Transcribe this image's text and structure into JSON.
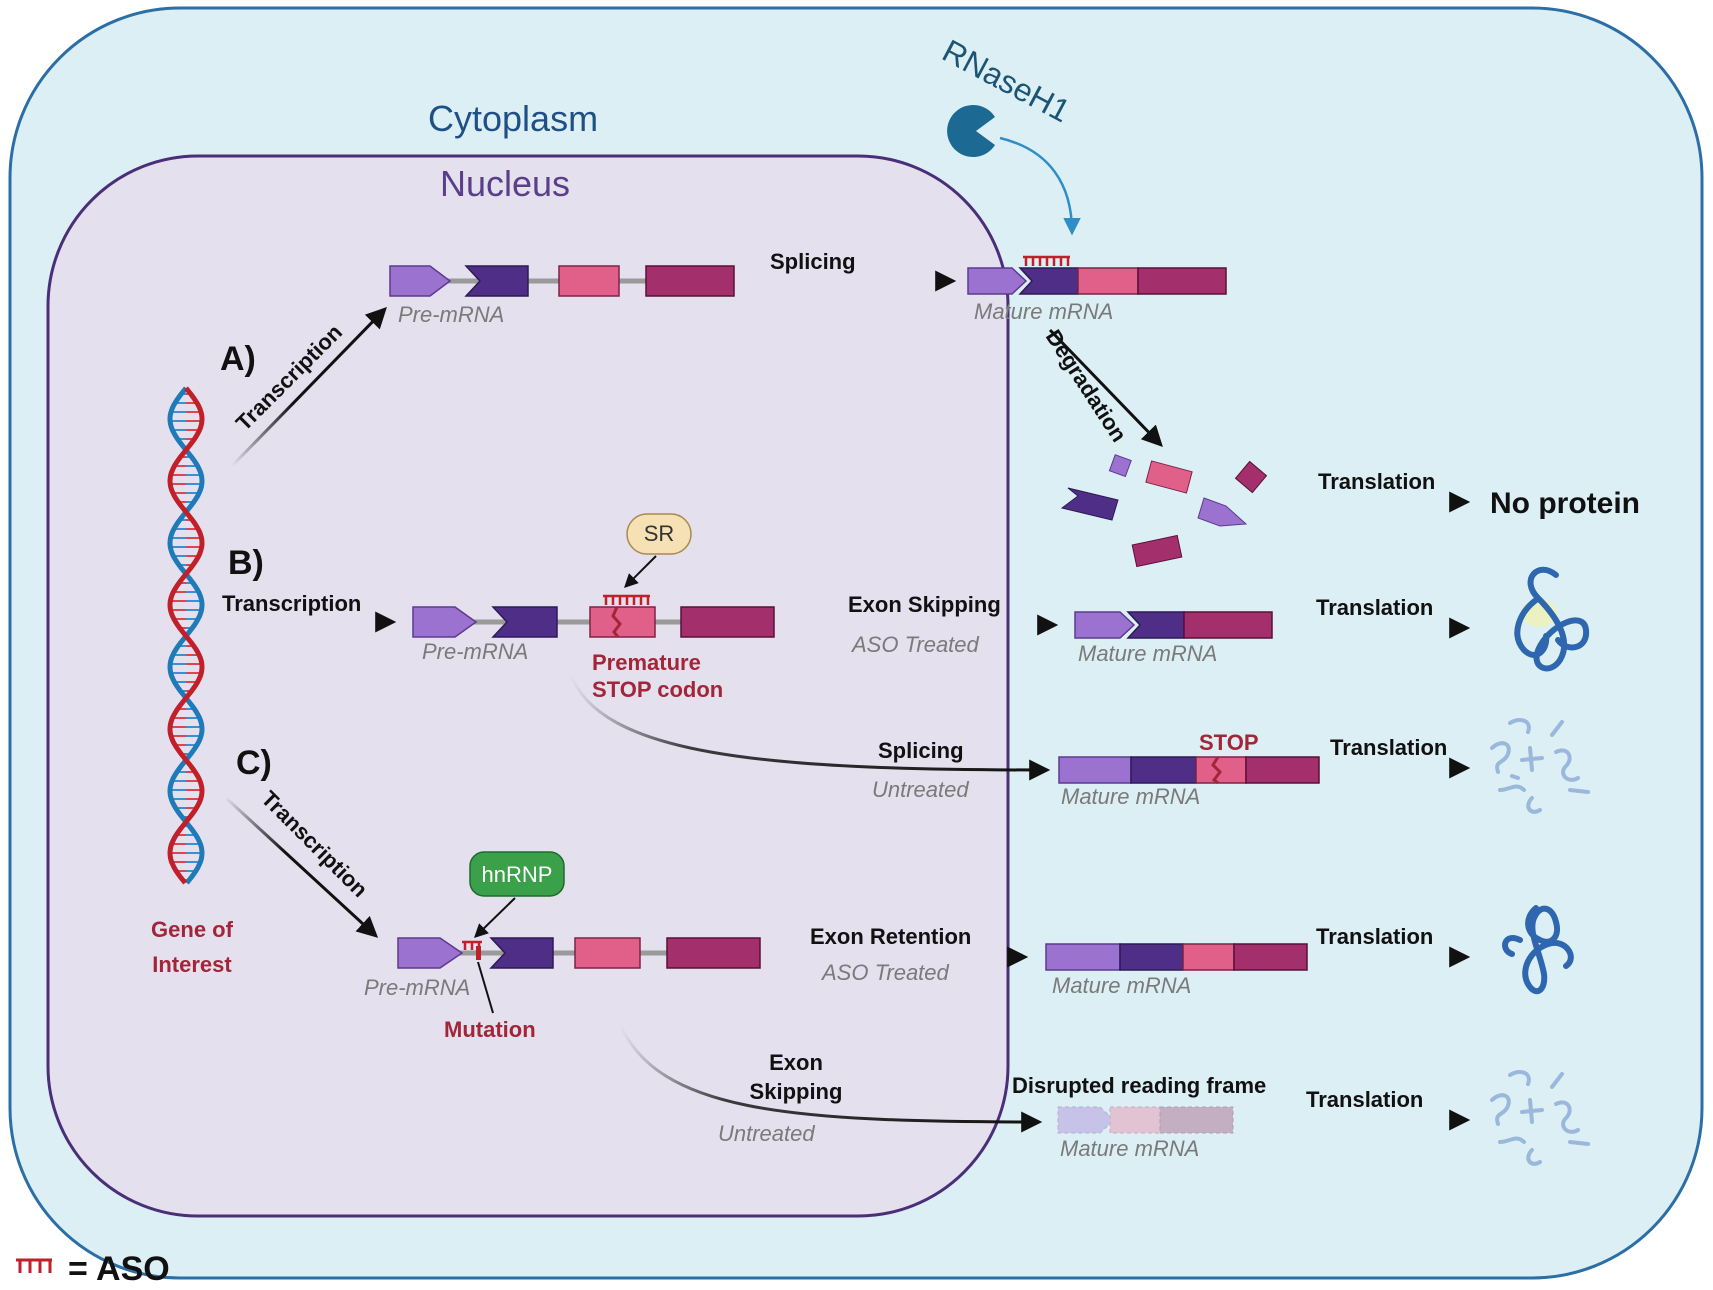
{
  "compartments": {
    "cytoplasm": "Cytoplasm",
    "nucleus": "Nucleus"
  },
  "enzyme": "RNaseH1",
  "gene": {
    "line1": "Gene of",
    "line2": "Interest"
  },
  "legend": {
    "text": "= ASO"
  },
  "rows": {
    "a": {
      "label": "A)",
      "transcription": "Transcription",
      "pre_mrna": "Pre-mRNA",
      "splicing": "Splicing",
      "mature_mrna": "Mature mRNA",
      "degradation": "Degradation",
      "translation": "Translation",
      "result": "No protein"
    },
    "b": {
      "label": "B)",
      "transcription": "Transcription",
      "pre_mrna": "Pre-mRNA",
      "sr": "SR",
      "stop_line1": "Premature",
      "stop_line2": "STOP codon",
      "exon_skipping": "Exon Skipping",
      "aso_treated": "ASO Treated",
      "mature_treated": "Mature mRNA",
      "translation_treated": "Translation",
      "splicing": "Splicing",
      "untreated": "Untreated",
      "stop_tag": "STOP",
      "mature_untreated": "Mature mRNA",
      "translation_untreated": "Translation"
    },
    "c": {
      "label": "C)",
      "transcription": "Transcription",
      "hnrnp": "hnRNP",
      "pre_mrna": "Pre-mRNA",
      "mutation": "Mutation",
      "exon_retention": "Exon Retention",
      "aso_treated": "ASO Treated",
      "mature_treated": "Mature mRNA",
      "translation_treated": "Translation",
      "exon_skip_line1": "Exon",
      "exon_skip_line2": "Skipping",
      "untreated": "Untreated",
      "disrupted": "Disrupted reading frame",
      "mature_untreated": "Mature mRNA",
      "translation_untreated": "Translation"
    }
  },
  "colors": {
    "cytoplasm_fill": "#dceff4",
    "cytoplasm_stroke": "#2c6fa6",
    "nucleus_fill": "#e4e0ee",
    "nucleus_stroke": "#4a2f78",
    "exon1": "#9b72cf",
    "exon2": "#4f2e87",
    "exon3": "#e0608a",
    "exon4": "#a3306c",
    "aso": "#c0202a",
    "protein_folded": "#2f66b0",
    "protein_misfolded": "#9ab8dc",
    "rnase": "#1c6a94",
    "sr_fill": "#f6e1b4",
    "hnrnp_fill": "#3aa04a"
  }
}
